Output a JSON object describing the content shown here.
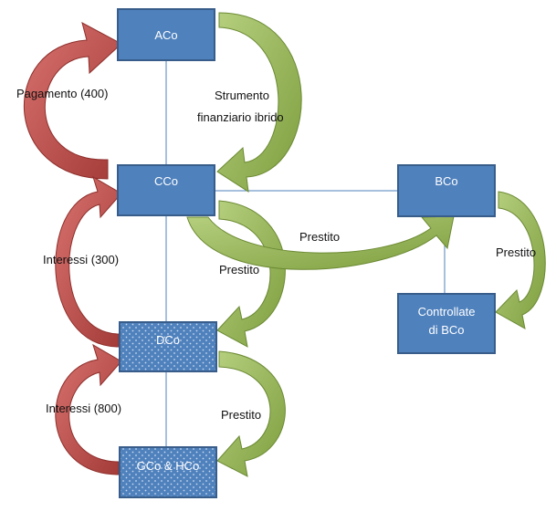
{
  "nodes": {
    "aco": "ACo",
    "cco": "CCo",
    "bco": "BCo",
    "dco": "DCo",
    "gco": "GCo & HCo",
    "controllate": [
      "Controllate",
      "di BCo"
    ]
  },
  "labels": {
    "pagamento": "Pagamento (400)",
    "strumento": [
      "Strumento",
      "finanziario ibrido"
    ],
    "interessi_300": "Interessi (300)",
    "interessi_800": "Interessi (800)",
    "prestito_cco_bco": "Prestito",
    "prestito_cco_dco": "Prestito",
    "prestito_dco_gco": "Prestito",
    "prestito_bco_controllate": "Prestito"
  },
  "colors": {
    "box_fill": "#4F81BD",
    "box_border": "#385D8A",
    "payment_arrow": "#C0504D",
    "loan_arrow": "#9BBB59",
    "connector": "#4F81BD"
  }
}
